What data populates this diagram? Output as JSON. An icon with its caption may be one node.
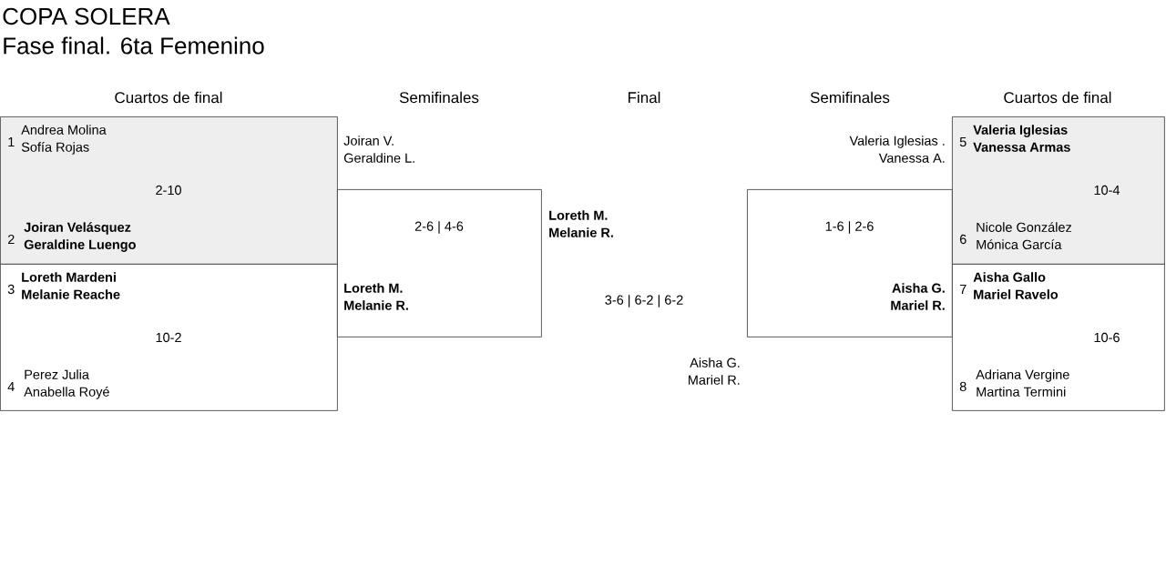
{
  "diagram": {
    "title": "COPA SOLERA",
    "nodes": [
      {
        "text": [
          "1",
          "Andrea Molina Sofía Rojas",
          "2-10",
          "2",
          "**Joiran Velásquez Geraldine Luengo**"
        ]
      },
      {
        "text": [
          "3",
          "**Loreth Mardeni Melanie Reache**",
          "10-2",
          "4",
          "Perez Julia Anabella Royé"
        ]
      },
      {
        "text": [
          "Joiran V. Geraldine L.",
          "2-6 | 4-6",
          "**Loreth M. Melanie R.**"
        ]
      },
      {
        "text": [
          "Valeria Iglesias . Vanessa A.",
          "1-6 | 2-6",
          "**Aisha G. Mariel R.**"
        ]
      },
      {
        "text": [
          "5",
          "**Valeria Iglesias Vanessa Armas**",
          "10-4",
          "6",
          "Nicole González Mónica García"
        ]
      },
      {
        "text": [
          "7",
          "**Aisha Gallo Mariel Ravelo**",
          "10-6",
          "8",
          "Adriana Vergine Martina Termini"
        ]
      }
    ],
    "labels": [
      "Fase final. 6ta Femenino",
      "Cuartos de final",
      "Semifinales",
      "Final",
      "Semifinales",
      "Cuartos de final",
      "**Loreth M. Melanie R.**",
      "3-6 | 6-2 | 6-2",
      "Aisha G. Mariel R."
    ]
  }
}
